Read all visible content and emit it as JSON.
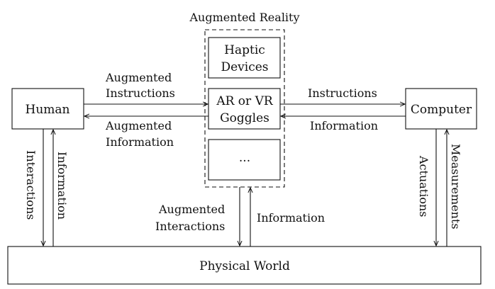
{
  "title": "Augmented Reality",
  "nodes": {
    "human": "Human",
    "computer": "Computer",
    "physical_world": "Physical World",
    "haptic": [
      "Haptic",
      "Devices"
    ],
    "goggles": [
      "AR or VR",
      "Goggles"
    ],
    "other": "..."
  },
  "edges": {
    "augmented_instructions": [
      "Augmented",
      "Instructions"
    ],
    "augmented_information": [
      "Augmented",
      "Information"
    ],
    "instructions": "Instructions",
    "information_right": "Information",
    "interactions": "Interactions",
    "information_left": "Information",
    "actuations": "Actuations",
    "measurements": "Measurements",
    "augmented_interactions": [
      "Augmented",
      "Interactions"
    ],
    "information_center": "Information"
  }
}
